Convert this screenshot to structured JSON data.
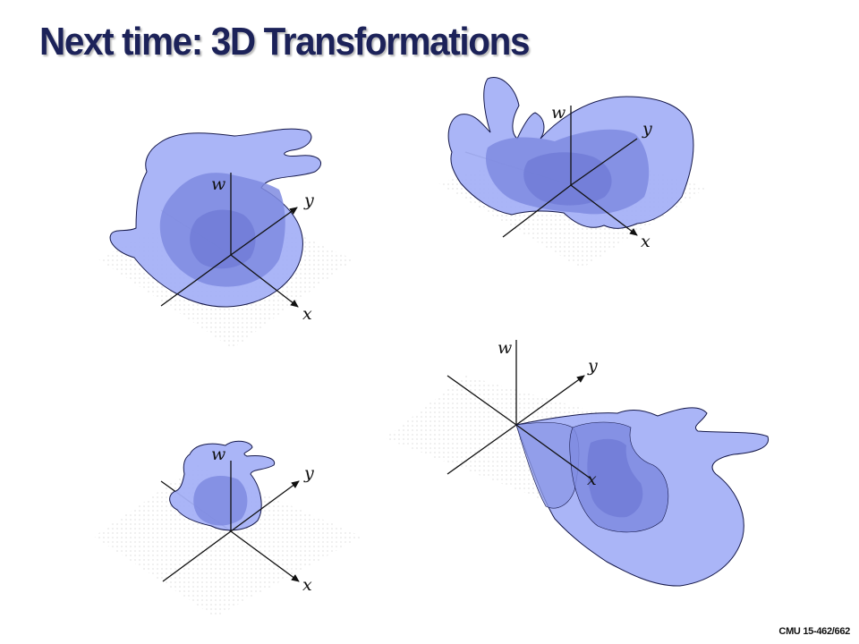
{
  "slide": {
    "title": "Next time: 3D Transformations",
    "footer": "CMU 15-462/662"
  },
  "colors": {
    "title": "#1c2259",
    "shape_fill": "#a5b1f7",
    "shape_stroke": "#15184a",
    "inner_fill": "#7f8be0",
    "axis": "#111111",
    "grid_dot": "#b4b4b4"
  },
  "panels": [
    {
      "id": "top-left",
      "axis_labels": {
        "w": "w",
        "y": "y",
        "x": "x"
      }
    },
    {
      "id": "top-right",
      "axis_labels": {
        "w": "w",
        "y": "y",
        "x": "x"
      }
    },
    {
      "id": "bottom-left",
      "axis_labels": {
        "w": "w",
        "y": "y",
        "x": "x"
      }
    },
    {
      "id": "bottom-right",
      "axis_labels": {
        "w": "w",
        "y": "y",
        "x": "x"
      }
    }
  ]
}
